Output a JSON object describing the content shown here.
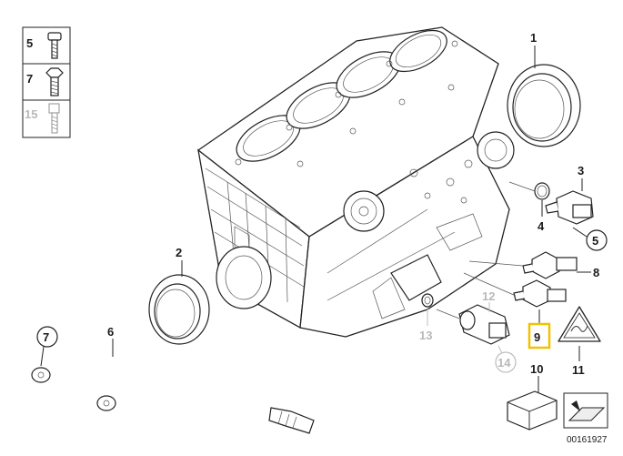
{
  "legend": [
    {
      "number": "5",
      "active": true
    },
    {
      "number": "7",
      "active": true
    },
    {
      "number": "15",
      "active": false
    }
  ],
  "callouts": {
    "c1": "1",
    "c2": "2",
    "c3": "3",
    "c4": "4",
    "c5": "5",
    "c6": "6",
    "c7": "7",
    "c8": "8",
    "c9": "9",
    "c10": "10",
    "c11": "11",
    "c12": "12",
    "c13": "13",
    "c14": "14"
  },
  "highlighted_part": "9",
  "diagram_ref": "00161927",
  "highlight_color": "#f2c200",
  "inactive_color": "#b9b9b9"
}
